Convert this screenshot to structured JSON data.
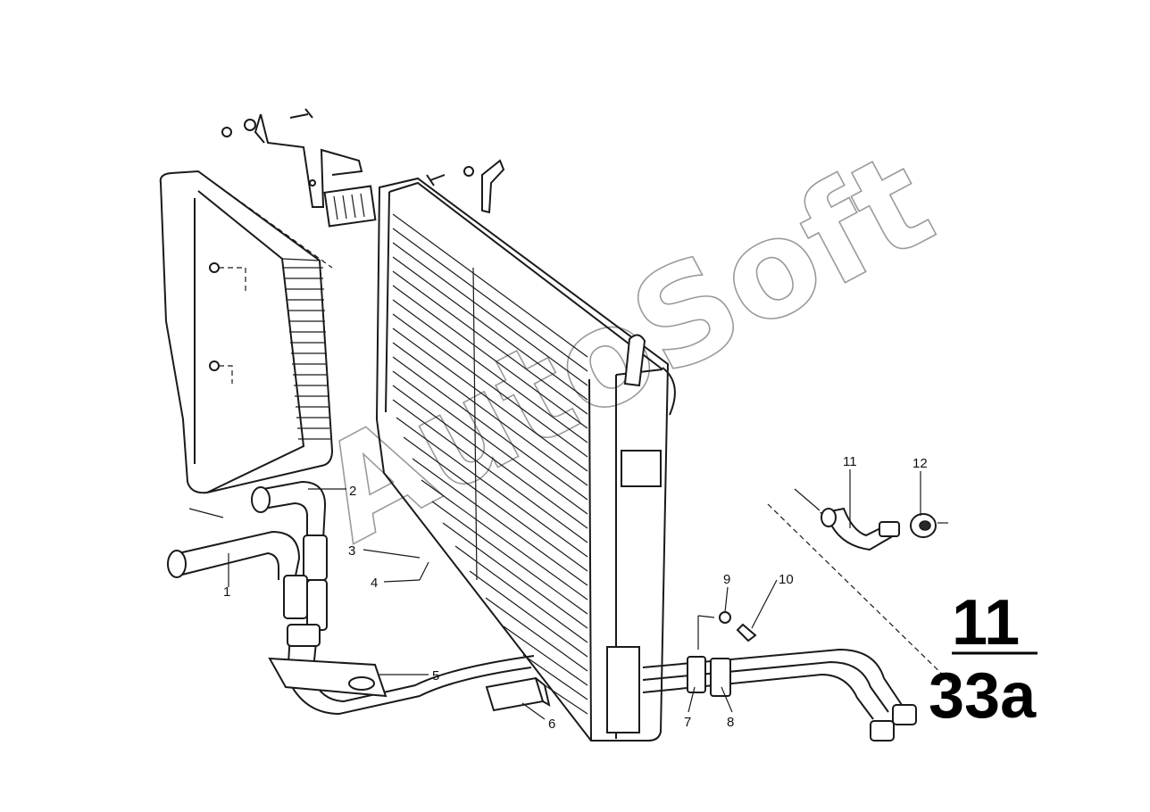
{
  "watermark": "AutoSoft",
  "group_number": {
    "major": "11",
    "sub": "33a"
  },
  "callouts": [
    "1",
    "2",
    "3",
    "4",
    "5",
    "6",
    "7",
    "8",
    "9",
    "10",
    "11",
    "12"
  ]
}
